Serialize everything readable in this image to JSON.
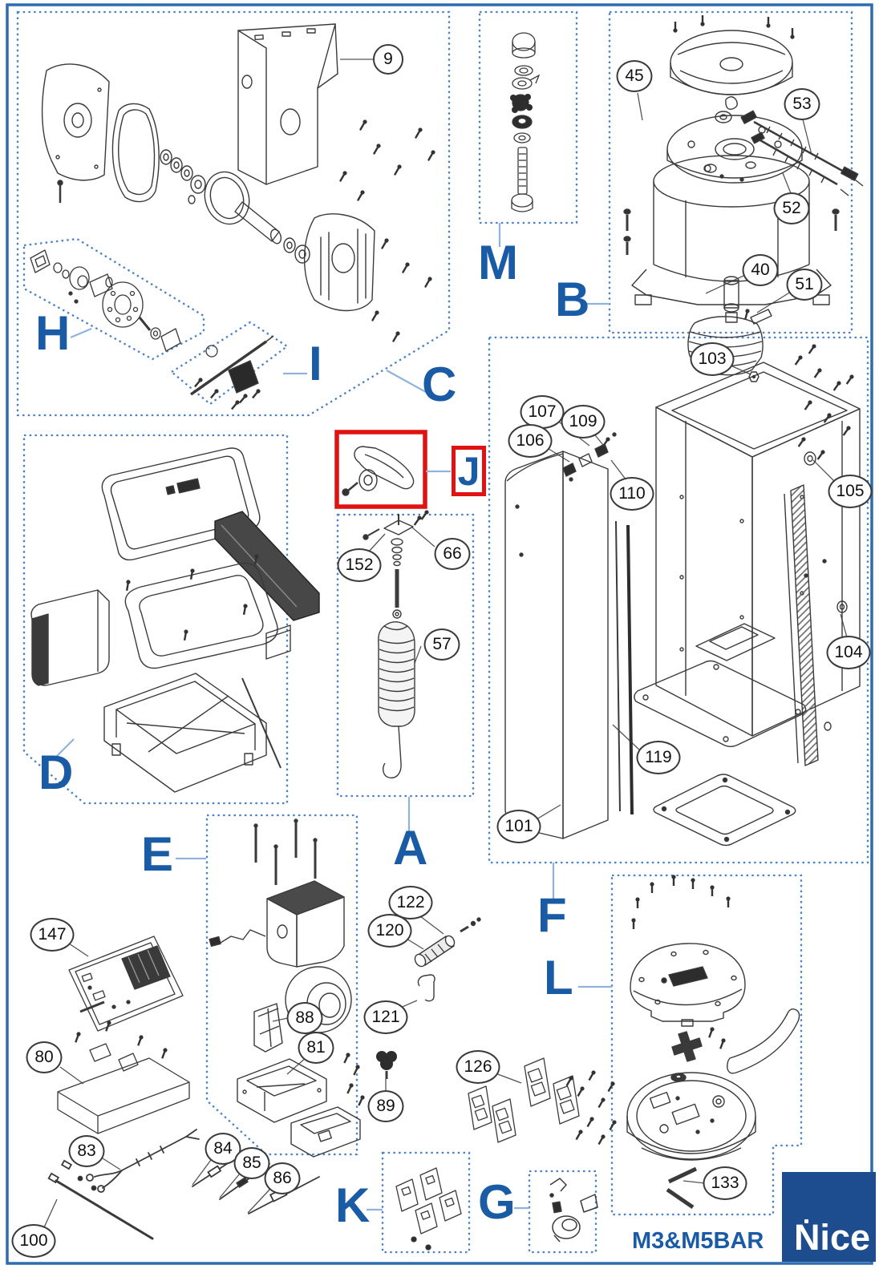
{
  "page": {
    "product_label": "M3&M5BAR",
    "brand": "Nice"
  },
  "colors": {
    "group_label_blue": "#1a5ba6",
    "dashed_box_blue": "#4a80c4",
    "connector_blue": "#8fb3dc",
    "highlight_red": "#e11212",
    "logo_background_blue": "#1d4c8f",
    "page_border_blue": "#2d6cb0",
    "line_art": "#333333"
  },
  "groups": {
    "A": "A",
    "B": "B",
    "C": "C",
    "D": "D",
    "E": "E",
    "F": "F",
    "G": "G",
    "H": "H",
    "I": "I",
    "J": "J",
    "K": "K",
    "L": "L",
    "M": "M"
  },
  "callouts": {
    "9": "9",
    "40": "40",
    "45": "45",
    "51": "51",
    "52": "52",
    "53": "53",
    "57": "57",
    "66": "66",
    "80": "80",
    "81": "81",
    "83": "83",
    "84": "84",
    "85": "85",
    "86": "86",
    "88": "88",
    "89": "89",
    "100": "100",
    "101": "101",
    "103": "103",
    "104": "104",
    "105": "105",
    "106": "106",
    "107": "107",
    "109": "109",
    "110": "110",
    "119": "119",
    "120": "120",
    "121": "121",
    "122": "122",
    "126": "126",
    "133": "133",
    "147": "147",
    "152": "152"
  }
}
